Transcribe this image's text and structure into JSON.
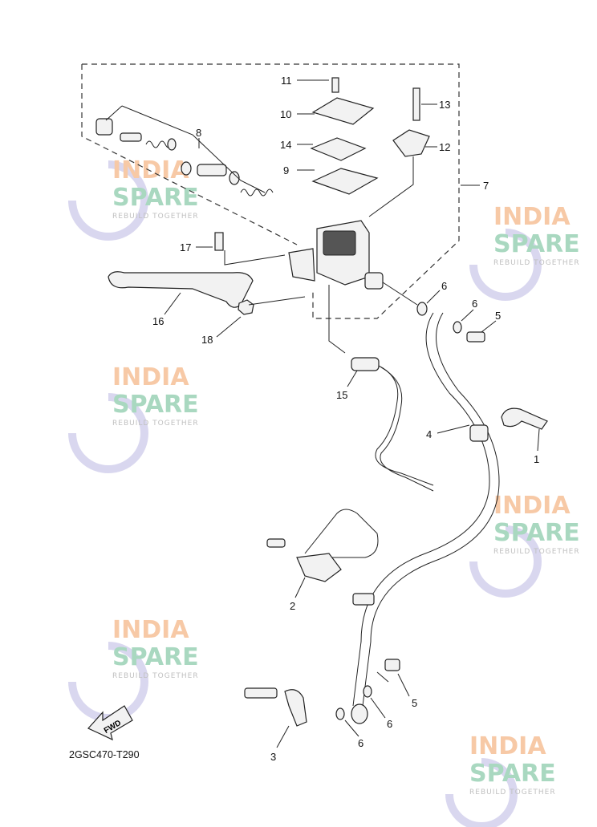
{
  "watermark": {
    "line1": "INDIA",
    "line2": "SPARE",
    "tagline": "REBUILD TOGETHER",
    "ring_color": "#c9c6e8"
  },
  "diagram_code": "2GSC470-T290",
  "fwd_label": "FWD",
  "callouts": [
    "11",
    "10",
    "14",
    "9",
    "13",
    "12",
    "7",
    "8",
    "17",
    "16",
    "18",
    "6",
    "6",
    "5",
    "15",
    "4",
    "1",
    "2",
    "5",
    "6",
    "6",
    "3"
  ]
}
